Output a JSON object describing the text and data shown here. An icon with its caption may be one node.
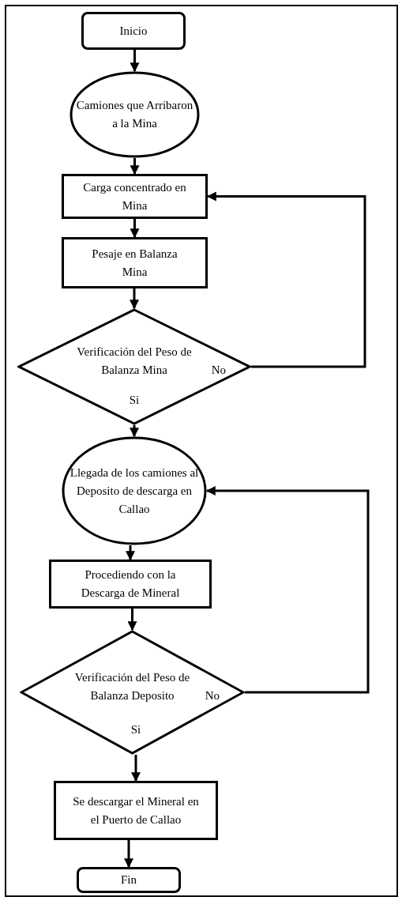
{
  "diagram": {
    "nodes": [
      {
        "text": [
          "Inicio"
        ]
      },
      {
        "text": [
          "Camiones que Arribaron a la Mina"
        ]
      },
      {
        "text": [
          "Carga concentrado en Mina"
        ]
      },
      {
        "text": [
          "Pesaje en Balanza Mina"
        ]
      },
      {
        "text": [
          "Verificación del Peso de Balanza Mina"
        ]
      },
      {
        "text": [
          "Llegada de los camiones al Deposito de descarga en Callao"
        ]
      },
      {
        "text": [
          "Procediendo con la Descarga de Mineral"
        ]
      },
      {
        "text": [
          "Verificación del Peso de Balanza Deposito"
        ]
      },
      {
        "text": [
          "Se descargar el Mineral en el Puerto de Callao"
        ]
      },
      {
        "text": [
          "Fin"
        ]
      }
    ],
    "edges": [
      {
        "from": 0,
        "to": 1,
        "arrow": "to"
      },
      {
        "from": 1,
        "to": 2,
        "arrow": "to"
      },
      {
        "from": 2,
        "to": 3,
        "arrow": "to"
      },
      {
        "from": 3,
        "to": 4,
        "arrow": "to"
      },
      {
        "from": 4,
        "to": 5,
        "arrow": "to",
        "label": "Si"
      },
      {
        "from": 4,
        "to": 2,
        "arrow": "to",
        "label": "No"
      },
      {
        "from": 5,
        "to": 6,
        "arrow": "to"
      },
      {
        "from": 6,
        "to": 7,
        "arrow": "to"
      },
      {
        "from": 7,
        "to": 8,
        "arrow": "to",
        "label": "Si"
      },
      {
        "from": 7,
        "to": 5,
        "arrow": "to",
        "label": "No"
      },
      {
        "from": 8,
        "to": 9,
        "arrow": "to"
      }
    ]
  }
}
